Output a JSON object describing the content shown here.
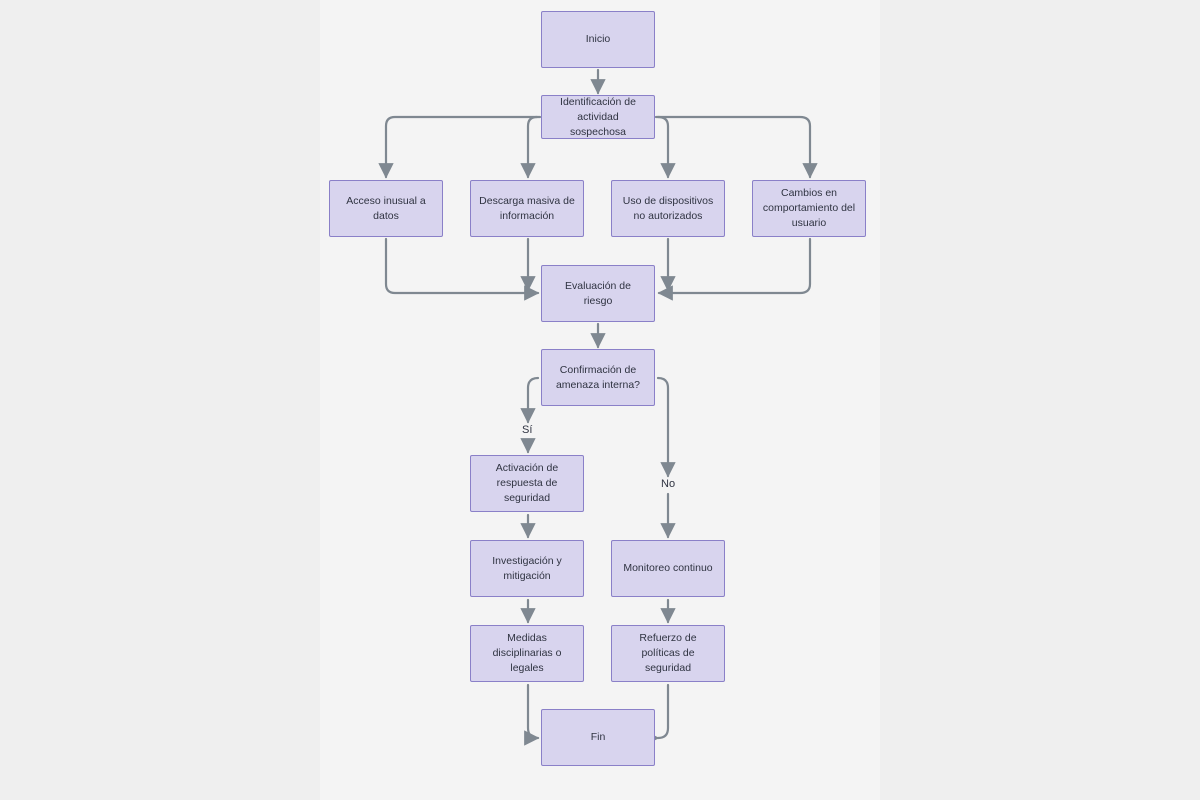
{
  "nodes": {
    "inicio": "Inicio",
    "identificacion": "Identificación de actividad sospechosa",
    "acceso": "Acceso inusual a datos",
    "descarga": "Descarga masiva de información",
    "dispositivos": "Uso de dispositivos no autorizados",
    "cambios": "Cambios en comportamiento del usuario",
    "evaluacion": "Evaluación de riesgo",
    "confirmacion": "Confirmación de amenaza interna?",
    "activacion": "Activación de respuesta de seguridad",
    "investigacion": "Investigación y mitigación",
    "medidas": "Medidas disciplinarias o legales",
    "monitoreo": "Monitoreo continuo",
    "refuerzo": "Refuerzo de políticas de seguridad",
    "fin": "Fin"
  },
  "edge_labels": {
    "si": "Sí",
    "no": "No"
  },
  "colors": {
    "node_fill": "#d8d4ee",
    "node_border": "#8a80c8",
    "edge": "#7f8891",
    "background": "#f4f4f4"
  }
}
